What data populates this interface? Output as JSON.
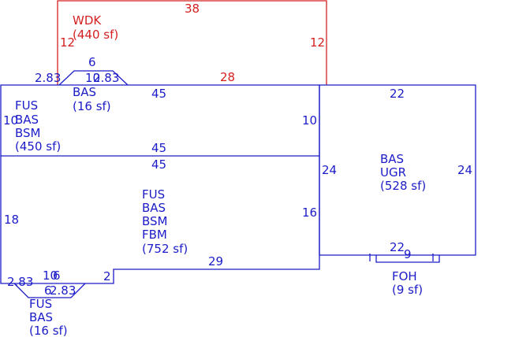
{
  "colors": {
    "living_area": "#1c1cc8",
    "deck": "#d42020",
    "background": "#ffffff"
  },
  "areas": {
    "wdk": {
      "code": "WDK",
      "area": "(440 sf)"
    },
    "bas_small_top": {
      "code": "BAS",
      "area": "(16 sf)"
    },
    "main_upper": {
      "codes": [
        "FUS",
        "BAS",
        "BSM"
      ],
      "area": "(450 sf)"
    },
    "main_lower": {
      "codes": [
        "FUS",
        "BAS",
        "BSM",
        "FBM"
      ],
      "area": "(752 sf)"
    },
    "right_block": {
      "codes": [
        "BAS",
        "UGR"
      ],
      "area": "(528 sf)"
    },
    "foh": {
      "code": "FOH",
      "area": "(9 sf)"
    },
    "bas_small_bottom": {
      "codes": [
        "FUS",
        "BAS"
      ],
      "area": "(16 sf)"
    }
  },
  "dimensions": {
    "wdk_top": "38",
    "wdk_left": "12",
    "wdk_right": "12",
    "wdk_bottom": "28",
    "bump_top": "6",
    "bump_left": "2.83",
    "bump_mid": "10",
    "bump_right": "2.83",
    "upper_top": "45",
    "upper_left": "10",
    "upper_right": "10",
    "upper_bottom": "45",
    "lower_top": "45",
    "lower_left": "18",
    "lower_right": "16",
    "lower_bottom": "29",
    "lower_step": "2",
    "right_top": "22",
    "right_left": "24",
    "right_right": "24",
    "right_bottom": "22",
    "foh_width": "9",
    "bottom_bump_a": "10",
    "bottom_bump_b": "6",
    "bottom_bump_left": "2.83",
    "bottom_bump_mid": "6",
    "bottom_bump_right": "2.83"
  }
}
